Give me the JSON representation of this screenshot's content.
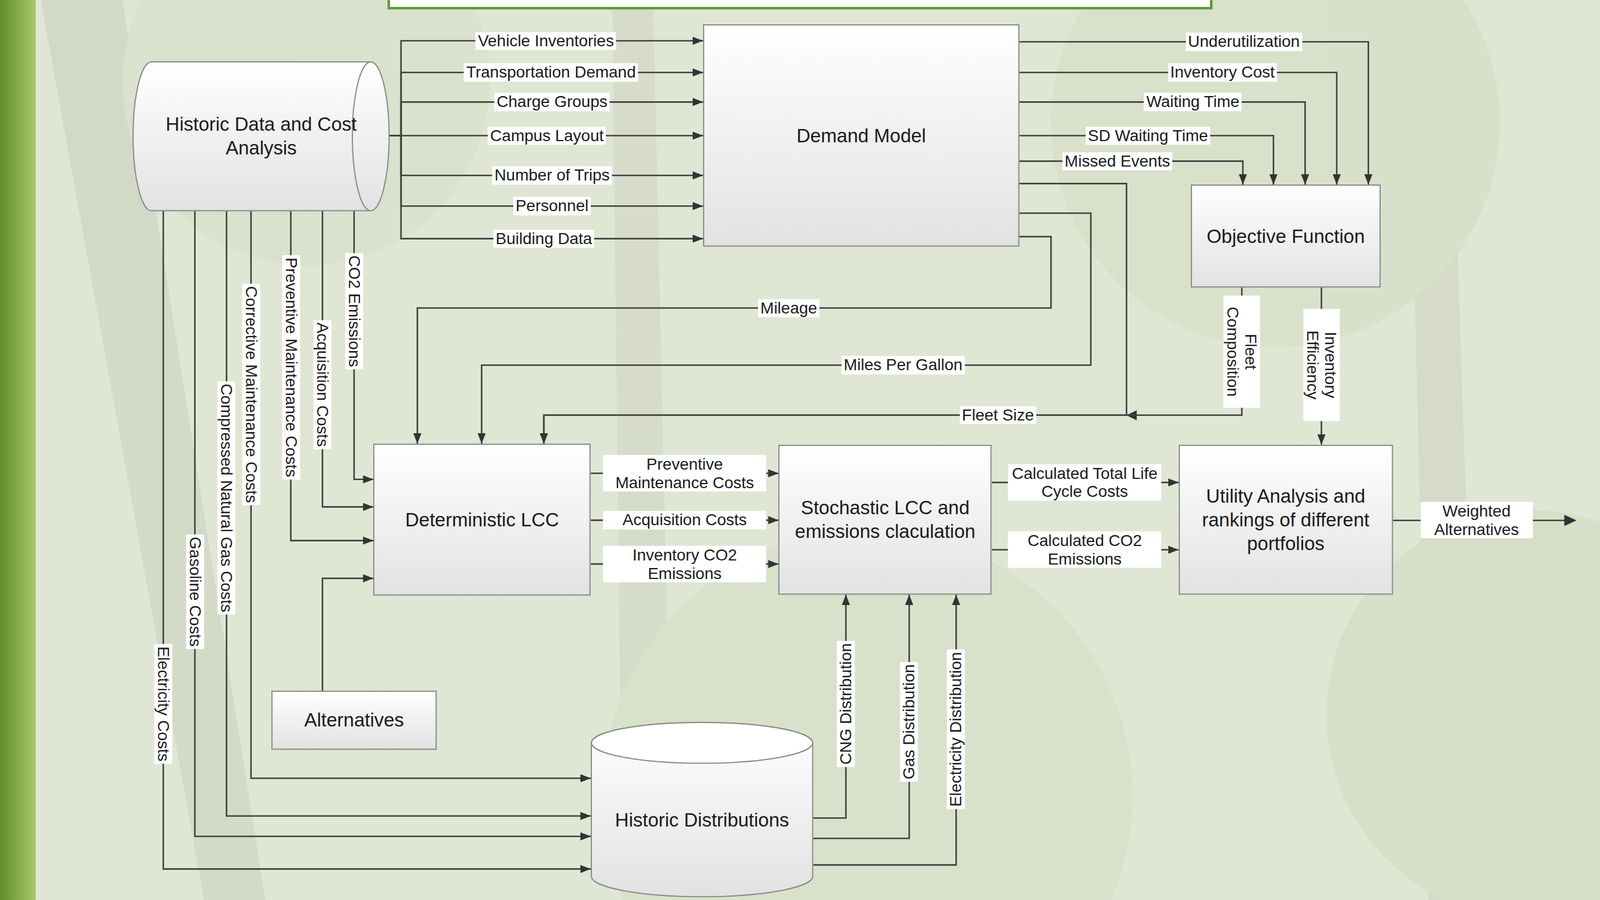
{
  "diagram": {
    "nodes": [
      {
        "text": [
          "Historic Data and Cost Analysis"
        ]
      },
      {
        "text": [
          "Demand Model"
        ]
      },
      {
        "text": [
          "Objective Function"
        ]
      },
      {
        "text": [
          "Deterministic LCC"
        ]
      },
      {
        "text": [
          "Stochastic LCC and emissions claculation"
        ]
      },
      {
        "text": [
          "Utility Analysis and rankings of different portfolios"
        ]
      },
      {
        "text": [
          "Alternatives"
        ]
      },
      {
        "text": [
          "Historic Distributions"
        ]
      }
    ],
    "edges": [
      {
        "from": 0,
        "to": 1,
        "label": "Vehicle Inventories",
        "arrow": "to"
      },
      {
        "from": 0,
        "to": 1,
        "label": "Transportation Demand",
        "arrow": "to"
      },
      {
        "from": 0,
        "to": 1,
        "label": "Charge Groups",
        "arrow": "to"
      },
      {
        "from": 0,
        "to": 1,
        "label": "Campus Layout",
        "arrow": "to"
      },
      {
        "from": 0,
        "to": 1,
        "label": "Number of Trips",
        "arrow": "to"
      },
      {
        "from": 0,
        "to": 1,
        "label": "Personnel",
        "arrow": "to"
      },
      {
        "from": 0,
        "to": 1,
        "label": "Building Data",
        "arrow": "to"
      },
      {
        "from": 1,
        "to": 2,
        "label": "Underutilization",
        "arrow": "to"
      },
      {
        "from": 1,
        "to": 2,
        "label": "Inventory Cost",
        "arrow": "to"
      },
      {
        "from": 1,
        "to": 2,
        "label": "Waiting Time",
        "arrow": "to"
      },
      {
        "from": 1,
        "to": 2,
        "label": "SD Waiting Time",
        "arrow": "to"
      },
      {
        "from": 1,
        "to": 2,
        "label": "Missed Events",
        "arrow": "to"
      },
      {
        "from": 1,
        "to": 3,
        "label": "Mileage",
        "arrow": "to"
      },
      {
        "from": 1,
        "to": 3,
        "label": "Miles Per Gallon",
        "arrow": "to"
      },
      {
        "from": 1,
        "to": 3,
        "label": "Fleet Size",
        "arrow": "to"
      },
      {
        "from": 2,
        "to": 3,
        "label": "Fleet Composition",
        "arrow": "to"
      },
      {
        "from": 2,
        "to": 5,
        "label": "Inventory Efficiency",
        "arrow": "to"
      },
      {
        "from": 0,
        "to": 3,
        "label": "CO2 Emissions",
        "arrow": "to"
      },
      {
        "from": 0,
        "to": 3,
        "label": "Acquisition Costs",
        "arrow": "to"
      },
      {
        "from": 0,
        "to": 3,
        "label": "Preventive Maintenance Costs",
        "arrow": "to"
      },
      {
        "from": 0,
        "to": 7,
        "label": "Corrective Maintenance Costs",
        "arrow": "to"
      },
      {
        "from": 0,
        "to": 7,
        "label": "Compressed Natural Gas Costs",
        "arrow": "to"
      },
      {
        "from": 0,
        "to": 7,
        "label": "Gasoline Costs",
        "arrow": "to"
      },
      {
        "from": 0,
        "to": 7,
        "label": "Electricity Costs",
        "arrow": "to"
      },
      {
        "from": 6,
        "to": 3,
        "arrow": "to"
      },
      {
        "from": 3,
        "to": 4,
        "label": "Preventive Maintenance Costs",
        "arrow": "to"
      },
      {
        "from": 3,
        "to": 4,
        "label": "Acquisition Costs",
        "arrow": "to"
      },
      {
        "from": 3,
        "to": 4,
        "label": "Inventory CO2 Emissions",
        "arrow": "to"
      },
      {
        "from": 4,
        "to": 5,
        "label": "Calculated Total Life Cycle Costs",
        "arrow": "to"
      },
      {
        "from": 4,
        "to": 5,
        "label": "Calculated CO2 Emissions",
        "arrow": "to"
      },
      {
        "from": 7,
        "to": 4,
        "label": "CNG Distribution",
        "arrow": "to"
      },
      {
        "from": 7,
        "to": 4,
        "label": "Gas Distribution",
        "arrow": "to"
      },
      {
        "from": 7,
        "to": 4,
        "label": "Electricity Distribution",
        "arrow": "to"
      }
    ],
    "labels": [
      "Weighted Alternatives"
    ]
  }
}
